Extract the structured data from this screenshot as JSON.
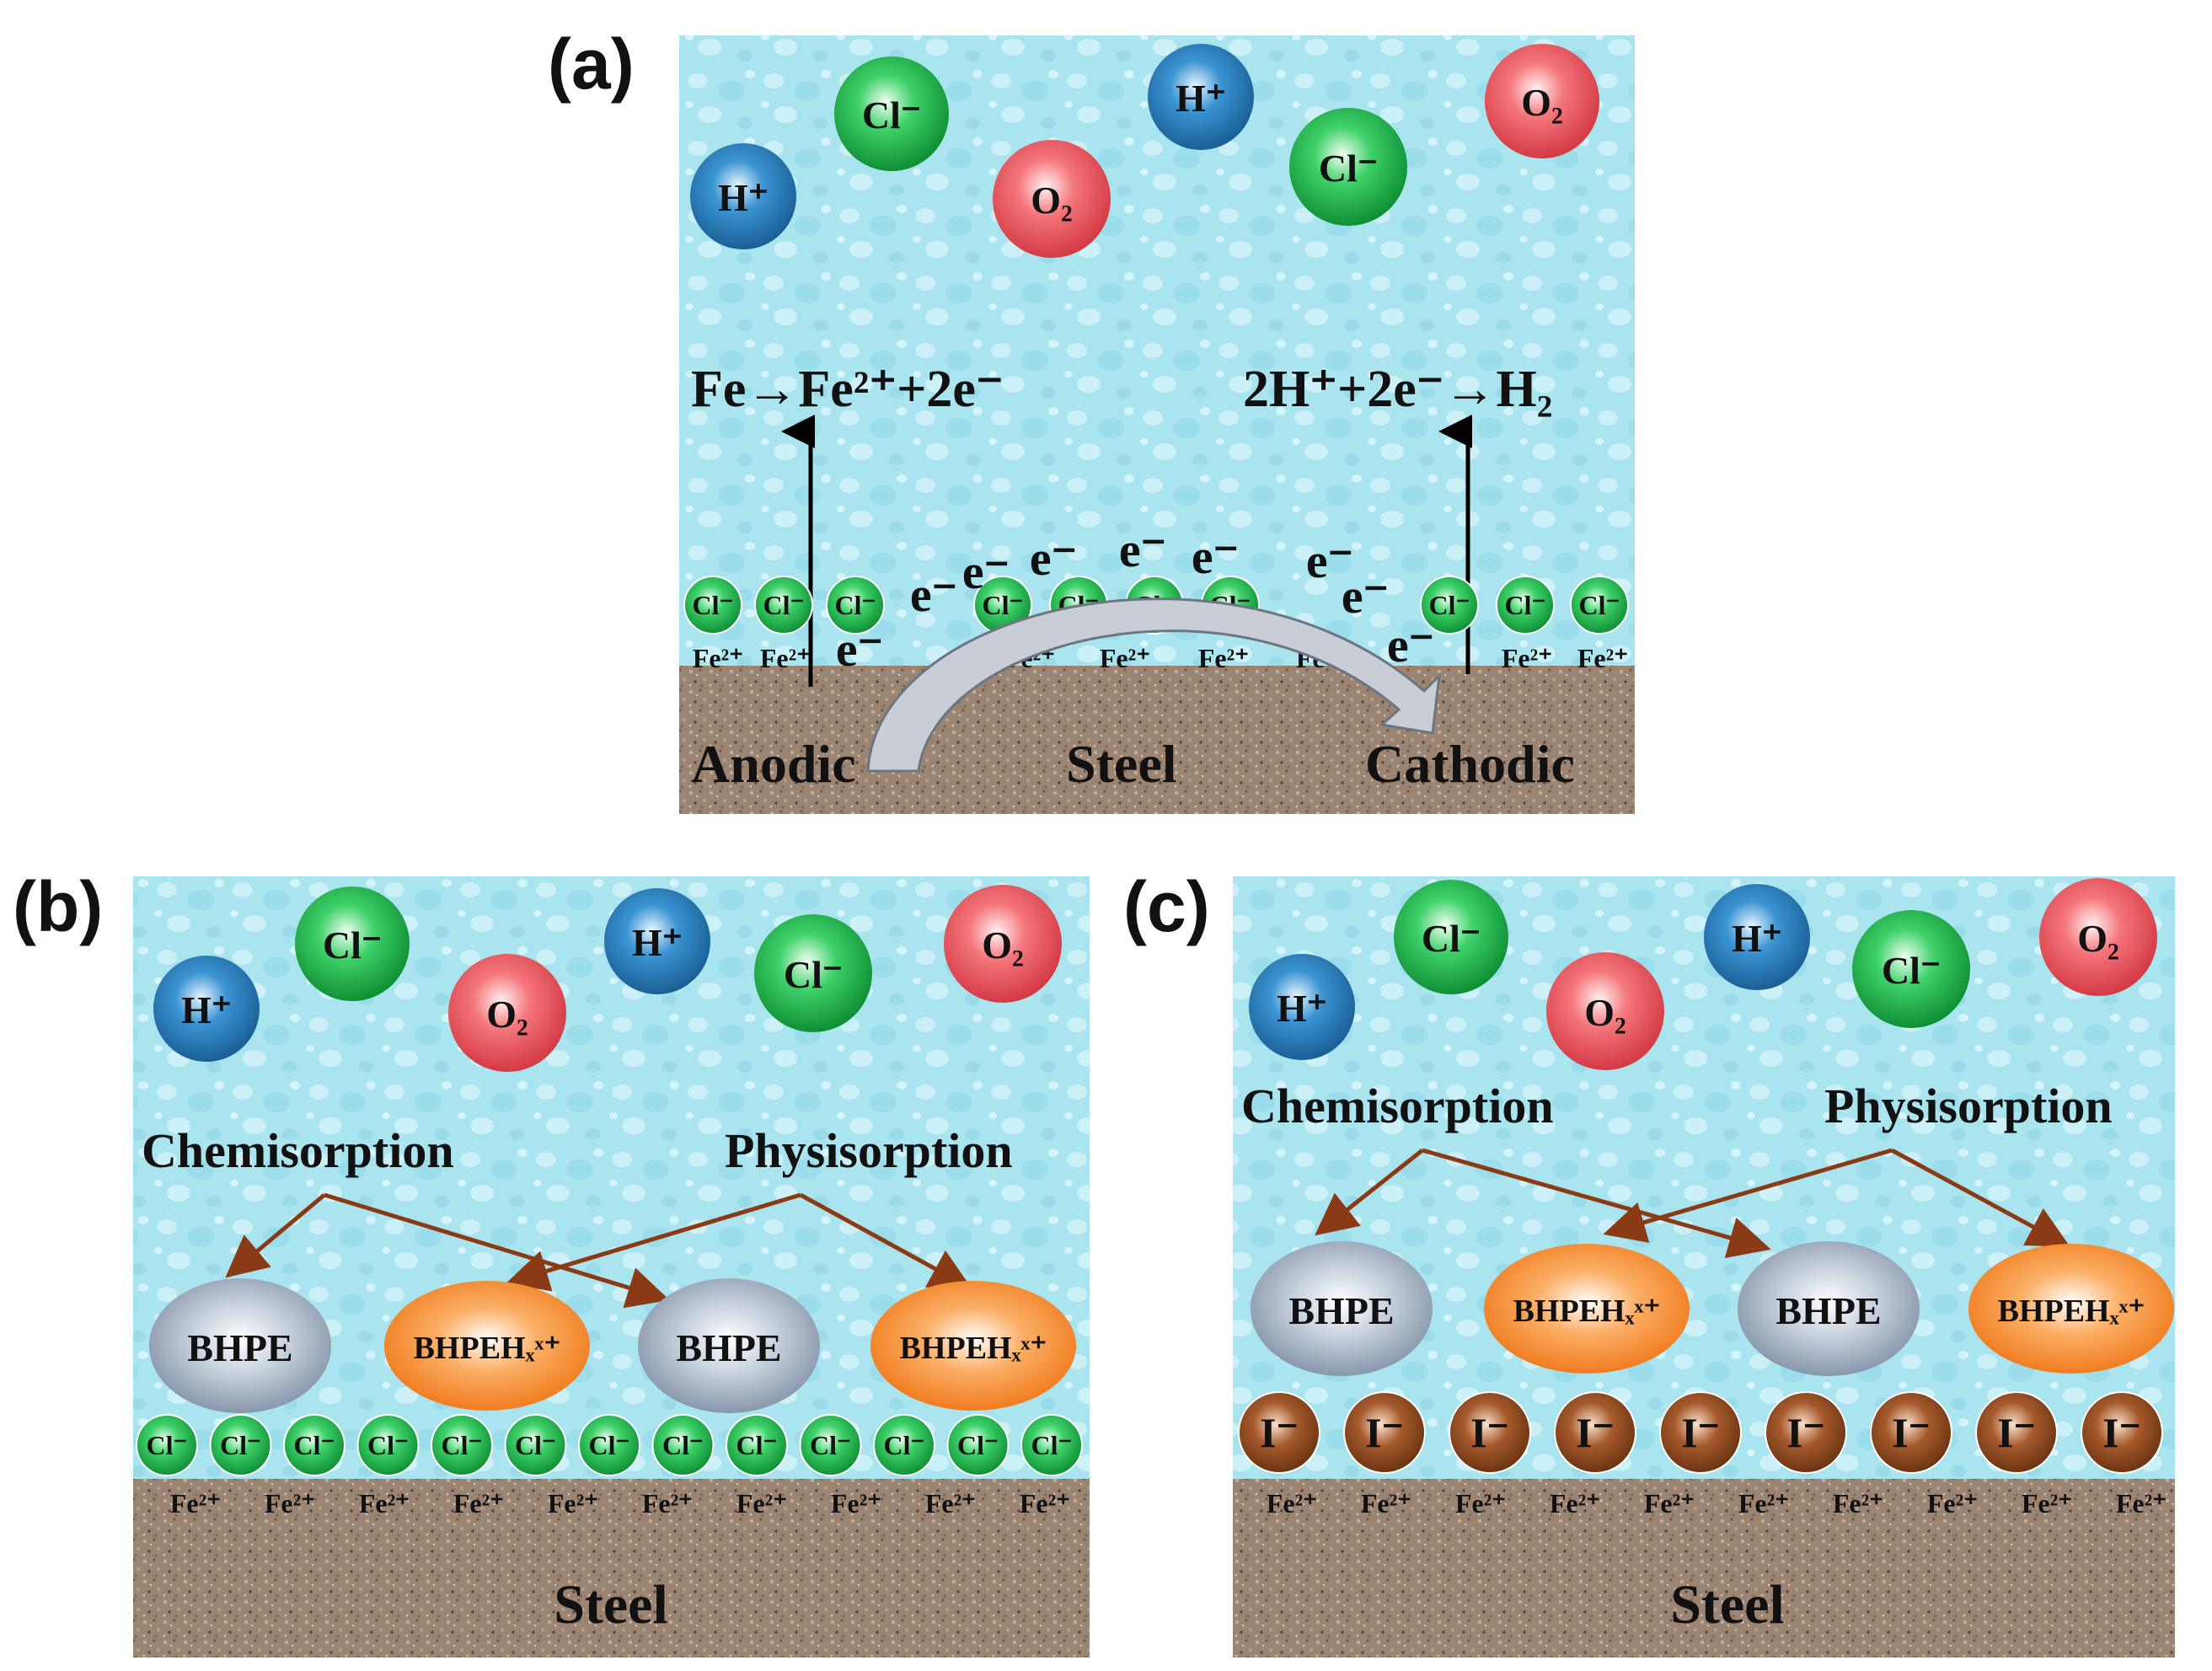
{
  "panel_a": {
    "label": "(a)",
    "ions_top": [
      "Cl⁻",
      "H⁺",
      "O₂",
      "H⁺",
      "Cl⁻",
      "O₂"
    ],
    "anodic_reaction": "Fe→Fe²⁺+2e⁻",
    "cathodic_reaction": "2H⁺+2e⁻→H₂",
    "surface_ion": "Cl⁻",
    "electron": "e⁻",
    "metal_ion": "Fe²⁺",
    "anodic_label": "Anodic",
    "steel_label": "Steel",
    "cathodic_label": "Cathodic"
  },
  "panel_b": {
    "label": "(b)",
    "ions_top": [
      "H⁺",
      "Cl⁻",
      "O₂",
      "H⁺",
      "Cl⁻",
      "O₂"
    ],
    "chemisorption": "Chemisorption",
    "physisorption": "Physisorption",
    "molecule_neutral": "BHPE",
    "molecule_protonated": "BHPEHₓˣ⁺",
    "surface_ion": "Cl⁻",
    "metal_ion": "Fe²⁺",
    "steel_label": "Steel"
  },
  "panel_c": {
    "label": "(c)",
    "ions_top": [
      "H⁺",
      "Cl⁻",
      "O₂",
      "H⁺",
      "Cl⁻",
      "O₂"
    ],
    "chemisorption": "Chemisorption",
    "physisorption": "Physisorption",
    "molecule_neutral": "BHPE",
    "molecule_protonated": "BHPEHₓˣ⁺",
    "surface_ion": "I⁻",
    "metal_ion": "Fe²⁺",
    "steel_label": "Steel"
  },
  "colors": {
    "water": "#a6e3ef",
    "steel": "#9c8472",
    "chloride": "#1eb24a",
    "proton": "#2a86c4",
    "oxygen": "#f0575f",
    "iodide": "#8a4a22",
    "bhpe": "#8b9bb0",
    "bhpeh": "#f27e1e",
    "arrow": "#8a3a14"
  }
}
